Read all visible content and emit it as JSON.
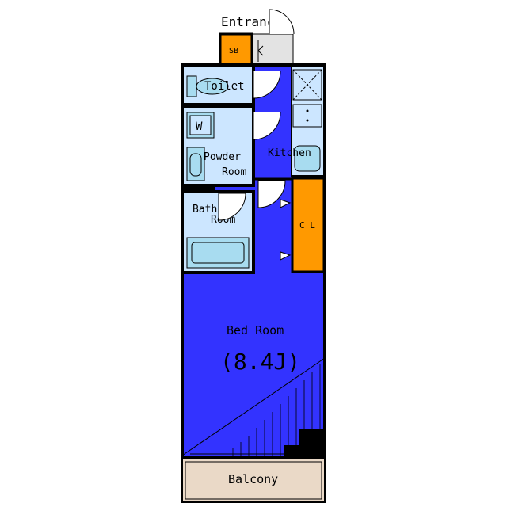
{
  "labels": {
    "entrance": "Entrance",
    "shoe_box": "SB",
    "toilet": "Toilet",
    "washer": "W",
    "powder_room_line1": "Powder",
    "powder_room_line2": "Room",
    "kitchen": "Kitchen",
    "bath_room_line1": "Bath",
    "bath_room_line2": "Room",
    "closet": "C L",
    "bed_room": "Bed Room",
    "bed_room_size": "(8.4J)",
    "balcony": "Balcony"
  },
  "colors": {
    "bedroom_floor": "#3333ff",
    "wet_area_fill": "#cce6ff",
    "fixture_fill": "#a8dcf0",
    "storage_orange": "#ff9900",
    "balcony_fill": "#ead9c7",
    "entrance_floor": "#e0e0e0",
    "wall": "#000000"
  }
}
